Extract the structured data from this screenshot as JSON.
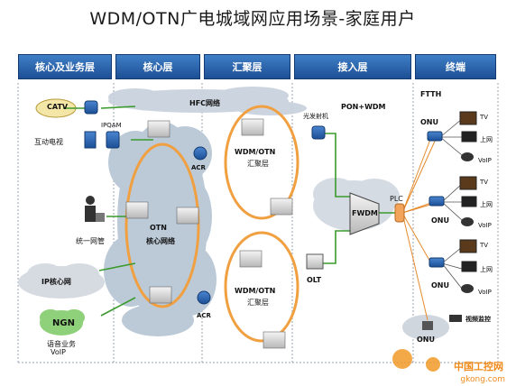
{
  "title": "WDM/OTN广电城域网应用场景-家庭用户",
  "columns": [
    "核心及业务层",
    "核心层",
    "汇聚层",
    "接入层",
    "终端"
  ],
  "labels": {
    "catv": "CATV",
    "iptv": "互动电视",
    "ipqam": "IPQAM",
    "hfc": "HFC网络",
    "optical_tx": "光发射机",
    "pon_wdm": "PON+WDM",
    "ftth": "FTTH",
    "acr": "ACR",
    "otn": "OTN",
    "otn_core": "核心网络",
    "agg_top": "WDM/OTN",
    "agg_top2": "汇聚层",
    "agg_bot": "WDM/OTN",
    "agg_bot2": "汇聚层",
    "nms": "统一网管",
    "ip_core": "IP核心网",
    "ngn": "NGN",
    "voice": "语音业务",
    "voip": "VoIP",
    "olt": "OLT",
    "fwdm": "FWDM",
    "plc": "PLC",
    "onu": "ONU",
    "tv": "TV",
    "internet": "上网",
    "voip_term": "VoIP",
    "video_surv": "视频监控"
  },
  "watermark": {
    "line1": "中国工控网",
    "line2": "gkong.com"
  },
  "colors": {
    "header": "#2b63ad",
    "ring": "#f0a040",
    "cloud": "#bfc9d6",
    "fiber": "#3a9a2c",
    "drop": "#e58a2c"
  }
}
